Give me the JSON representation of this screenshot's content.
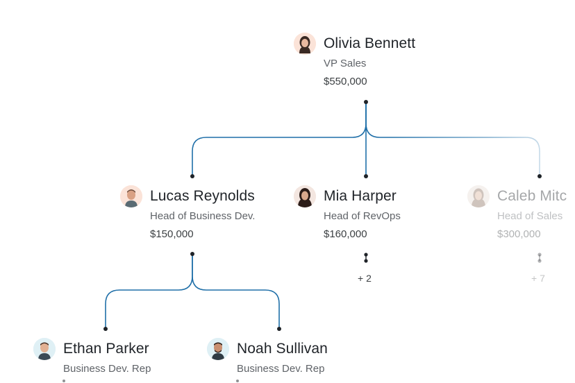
{
  "people": {
    "olivia": {
      "name": "Olivia Bennett",
      "title": "VP Sales",
      "salary": "$550,000"
    },
    "lucas": {
      "name": "Lucas Reynolds",
      "title": "Head of Business Dev.",
      "salary": "$150,000"
    },
    "mia": {
      "name": "Mia Harper",
      "title": "Head of RevOps",
      "salary": "$160,000",
      "more": "+ 2"
    },
    "caleb": {
      "name": "Caleb Mitc",
      "title": "Head of Sales",
      "salary": "$300,000",
      "more": "+ 7"
    },
    "ethan": {
      "name": "Ethan Parker",
      "title": "Business Dev. Rep"
    },
    "noah": {
      "name": "Noah Sullivan",
      "title": "Business Dev. Rep"
    }
  },
  "colors": {
    "connector": "#1f6fa8",
    "dot": "#1f2328"
  },
  "avatar_icons": {
    "olivia": "woman-avatar-icon",
    "lucas": "man-avatar-icon",
    "mia": "woman-avatar-icon",
    "caleb": "woman-avatar-icon",
    "ethan": "man-avatar-icon",
    "noah": "man-avatar-icon"
  }
}
